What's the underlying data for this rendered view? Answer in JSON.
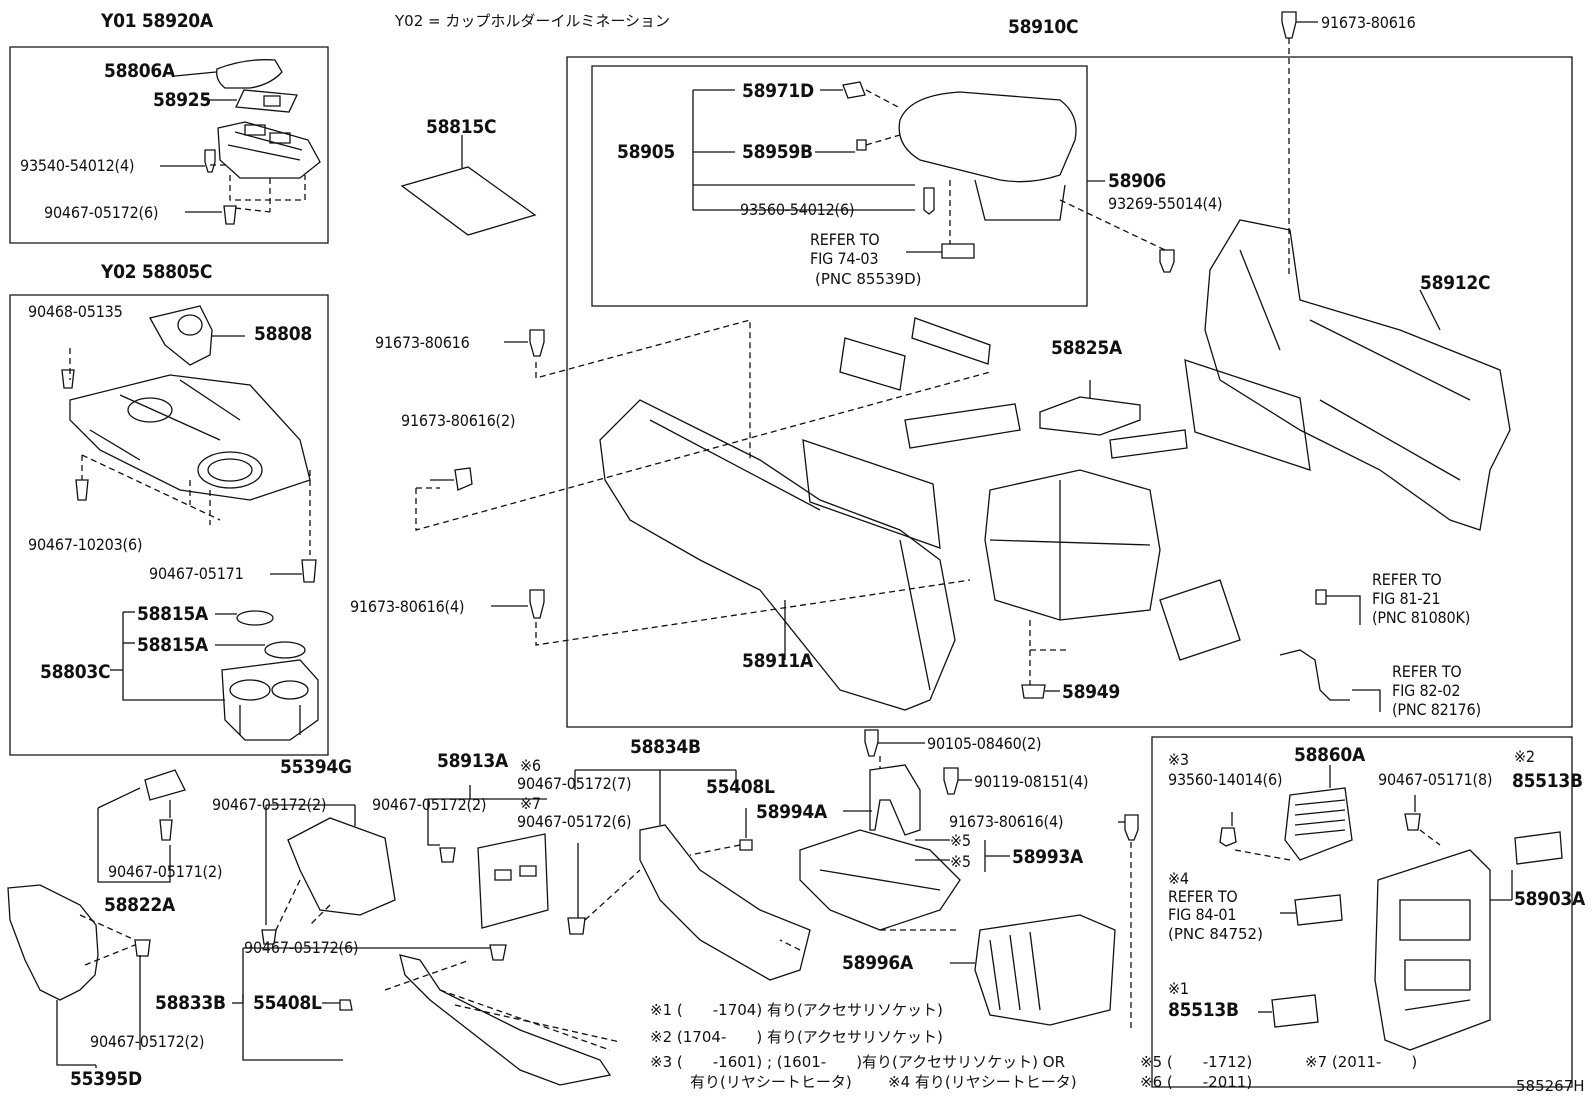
{
  "header": {
    "y01_group": "Y01 58920A",
    "y02_note": "Y02 = カップホルダーイルミネーション",
    "y02_group": "Y02 58805C",
    "main_assy": "58910C",
    "top_bolt": "91673-80616"
  },
  "box_y01": {
    "p58806a": "58806A",
    "p58925": "58925",
    "screw": "93540-54012(4)",
    "clip": "90467-05172(6)"
  },
  "box_y02": {
    "clip1": "90468-05135",
    "p58808": "58808",
    "clip2": "90467-10203(6)",
    "clip3": "90467-05171",
    "ring1": "58815A",
    "ring2": "58815A",
    "holder": "58803C"
  },
  "left_mid": {
    "mat": "58815C",
    "bolt1": "91673-80616",
    "bolt2": "91673-80616(2)",
    "bolt3": "91673-80616(4)"
  },
  "armrest_box": {
    "p58971d": "58971D",
    "p58905": "58905",
    "p58959b": "58959B",
    "screw": "93560-54012(6)",
    "refer1": "REFER TO",
    "refer2": "FIG 74-03",
    "refer3": "(PNC 85539D)",
    "p58906": "58906"
  },
  "main_box": {
    "screw4": "93269-55014(4)",
    "p58912c": "58912C",
    "p58825a": "58825A",
    "p58911a": "58911A",
    "p58949": "58949",
    "ref_a1": "REFER TO",
    "ref_a2": "FIG 81-21",
    "ref_a3": "(PNC 81080K)",
    "ref_b1": "REFER TO",
    "ref_b2": "FIG 82-02",
    "ref_b3": "(PNC 82176)"
  },
  "lower": {
    "p58822a": "58822A",
    "clip_05171_2": "90467-05171(2)",
    "clip_05172_2a": "90467-05172(2)",
    "p55395d": "55395D",
    "p55394g": "55394G",
    "clip_05172_2b": "90467-05172(2)",
    "p58913a": "58913A",
    "clip_05172_2c": "90467-05172(2)",
    "m6": "※6",
    "m7": "※7",
    "p58834b": "58834B",
    "clip_05172_7": "90467-05172(7)",
    "clip_05172_6a": "90467-05172(6)",
    "p55408l_a": "55408L",
    "clip_05172_6b": "90467-05172(6)",
    "p58833b": "58833B",
    "p55408l_b": "55408L",
    "bolt_08460": "90105-08460(2)",
    "bolt_08151": "90119-08151(4)",
    "p58994a": "58994A",
    "bolt_80616_4": "91673-80616(4)",
    "m5a": "※5",
    "m5b": "※5",
    "p58993a": "58993A",
    "p58996a": "58996A"
  },
  "right_box": {
    "m3": "※3",
    "screw": "93560-14014(6)",
    "p58860a": "58860A",
    "clip": "90467-05171(8)",
    "m4": "※4",
    "ref1": "REFER TO",
    "ref2": "FIG 84-01",
    "ref3": "(PNC 84752)",
    "m1": "※1",
    "p85513b_1": "85513B",
    "m2": "※2",
    "p85513b_2": "85513B",
    "p58903a": "58903A"
  },
  "footnotes": {
    "n1": "※1 (　　-1704) 有り(アクセサリソケット)",
    "n2": "※2 (1704-　　) 有り(アクセサリソケット)",
    "n3": "※3 (　　-1601) ; (1601-　　)有り(アクセサリソケット) OR",
    "n3b": "有り(リヤシートヒータ)",
    "n4": "※4 有り(リヤシートヒータ)",
    "n5": "※5 (　　-1712)",
    "n6": "※6 (　　-2011)",
    "n7": "※7 (2011-　　)",
    "ref": "585267H"
  }
}
